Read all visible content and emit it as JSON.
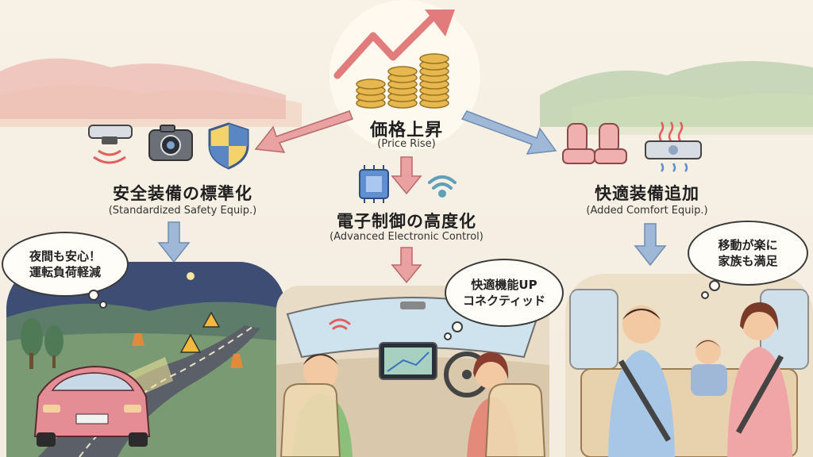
{
  "center": {
    "jp": "価格上昇",
    "en": "(Price Rise)"
  },
  "left": {
    "jp": "安全装備の標準化",
    "en": "(Standardized Safety Equip.)",
    "bubble_line1": "夜間も安心！",
    "bubble_line2": "運転負荷軽減"
  },
  "middle": {
    "jp": "電子制御の高度化",
    "en": "(Advanced Electronic Control)",
    "bubble_line1": "快適機能UP",
    "bubble_line2": "コネクティッド"
  },
  "right": {
    "jp": "快適装備追加",
    "en": "(Added Comfort Equip.)",
    "bubble_line1": "移動が楽に",
    "bubble_line2": "家族も満足"
  },
  "colors": {
    "arrow_red": "#e9a1a1",
    "arrow_blue": "#9fb8d8",
    "coin": "#e6b84f",
    "car_pink": "#e58d95"
  },
  "icons": [
    "trend-up-arrow-icon",
    "coin-stack-icon",
    "sensor-icon",
    "camera-icon",
    "shield-icon",
    "chip-icon",
    "wifi-icon",
    "car-seat-icon",
    "air-vent-icon"
  ]
}
